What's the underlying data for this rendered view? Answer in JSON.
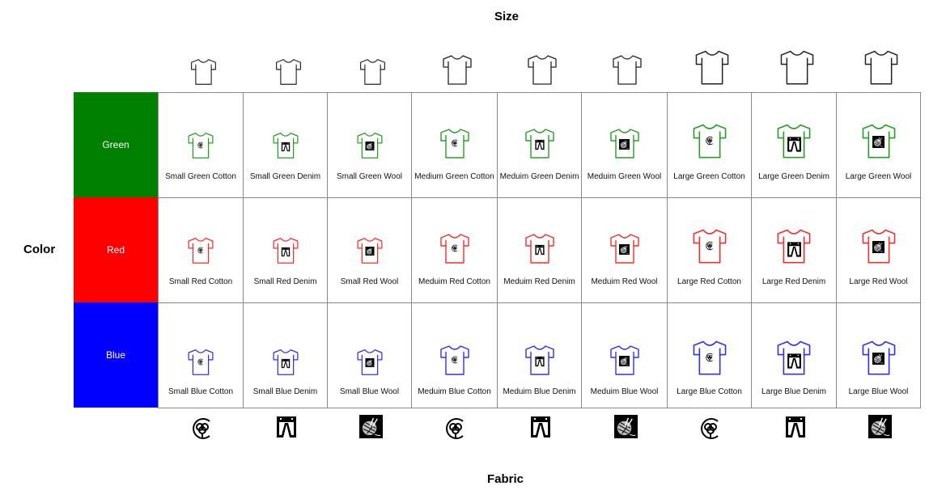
{
  "axes": {
    "size_title": "Size",
    "color_title": "Color",
    "fabric_title": "Fabric"
  },
  "colors": {
    "green": "#008000",
    "red": "#ff0000",
    "blue": "#0000ff",
    "grid_line": "#8a8a8a"
  },
  "columns": [
    {
      "size": "Small",
      "fabric": "Cotton",
      "fabric_icon": "cotton-icon"
    },
    {
      "size": "Small",
      "fabric": "Denim",
      "fabric_icon": "denim-pants-icon"
    },
    {
      "size": "Small",
      "fabric": "Wool",
      "fabric_icon": "wool-yarn-icon"
    },
    {
      "size": "Medium",
      "fabric": "Cotton",
      "fabric_icon": "cotton-icon"
    },
    {
      "size": "Medium",
      "fabric": "Denim",
      "fabric_icon": "denim-pants-icon"
    },
    {
      "size": "Medium",
      "fabric": "Wool",
      "fabric_icon": "wool-yarn-icon"
    },
    {
      "size": "Large",
      "fabric": "Cotton",
      "fabric_icon": "cotton-icon"
    },
    {
      "size": "Large",
      "fabric": "Denim",
      "fabric_icon": "denim-pants-icon"
    },
    {
      "size": "Large",
      "fabric": "Wool",
      "fabric_icon": "wool-yarn-icon"
    }
  ],
  "rows": [
    {
      "label": "Green",
      "color": "#008000",
      "shirt_color": "#2a9a2a",
      "cells": [
        "Small Green Cotton",
        "Small Green Denim",
        "Small Green Wool",
        "Medium Green Cotton",
        "Meduim Green Denim",
        "Meduim Green Wool",
        "Large Green Cotton",
        "Large Green Denim",
        "Large Green Wool"
      ]
    },
    {
      "label": "Red",
      "color": "#ff0000",
      "shirt_color": "#ee3030",
      "cells": [
        "Small Red Cotton",
        "Small Red Denim",
        "Small Red Wool",
        "Meduim Red Cotton",
        "Meduim Red Denim",
        "Meduim Red Wool",
        "Large Red Cotton",
        "Large Red Denim",
        "Large Red Wool"
      ]
    },
    {
      "label": "Blue",
      "color": "#0000ff",
      "shirt_color": "#3030ee",
      "cells": [
        "Small Blue Cotton",
        "Small Blue Denim",
        "Small Blue Wool",
        "Meduim Blue Cotton",
        "Meduim Blue Denim",
        "Meduim Blue Wool",
        "Large Blue Cotton",
        "Large Blue Denim",
        "Large Blue Wool"
      ]
    }
  ]
}
